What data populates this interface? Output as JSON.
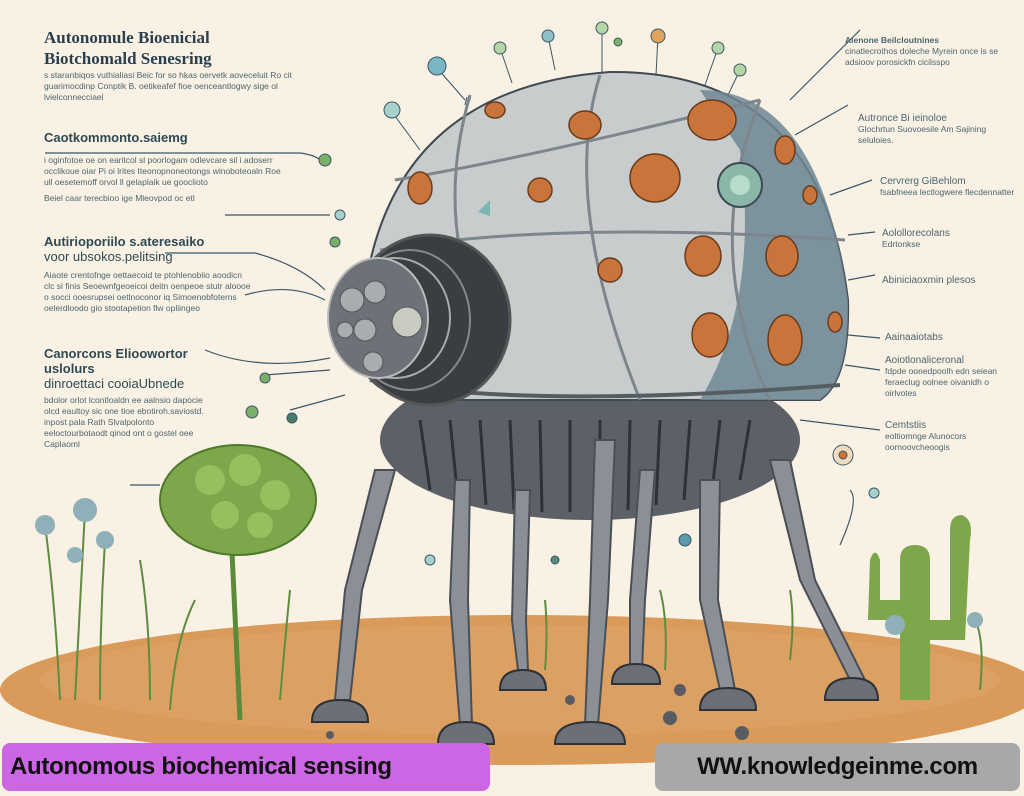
{
  "title": {
    "line1": "Autonomule Bioenicial",
    "line2": "Biotchomald Senesring",
    "description": "s staranbiqos vuthialiasi Beic for so hkas oervetk aoveceluit Ro cit guarimocdinp Conptik B. oetikeafef fioe oenceantlogwy sige ol lvielconnecciael"
  },
  "labels_left": [
    {
      "heading": "Caotkommonto.saiemg",
      "body": "i oginfotoe oe on earitcol sl poorlogam odlevcare sil i adoserr occlikoue oiar Pi oi lrites Iteonopnoneotongs winoboteoaln Roe ull oesetemoff orvol ll gelaplaik ue gooclioto",
      "bullet": "Beiel caar terecbioo ige Mleovpod oc etl"
    },
    {
      "heading": "Autirioporiilo s.ateresaiko",
      "heading2": "voor ubsokos.pelitsing",
      "body": "Aiaote crentofnge oettaecoid te ptohlenobiio aoodicn clc si finis Seoewnfgeoeicoi deitn oenpeoe stutr aloooe o socci ooesrupsei oetlnoconor iq Simoenobfoterns oelerdloodo gio stootapetion flw opliingeo"
    },
    {
      "heading": "Canorcons Elioowortor uslolurs",
      "heading2": "dinroettaci cooiaUbnede",
      "body": "bdolor orlot lcontloaldn ee aalnsio dapocie olcd eaultoy sic one tioe ebotiroh.saviostd. inpost pala Rath Slvalpolonto eeloctourbotaodt qinod ont o gostel oee Caplaoml"
    }
  ],
  "labels_right": [
    {
      "heading": "Aienone Beilcloutnines",
      "body": "cinatlecrothos doleche Myrein once is se adsioov porosickfn cicilsspo"
    },
    {
      "heading": "Autronce Bi ieinoloe",
      "body": "Glochrtun Suovoesile Am Sajining seluloies."
    },
    {
      "heading": "Cervrerg GiBehlom",
      "body": "fsabfneea lectlogwere flecdennatter"
    },
    {
      "heading": "Aolollorecolans",
      "body": "Edrtonkse"
    },
    {
      "heading": "Abiniciaoxmin plesos",
      "body": ""
    },
    {
      "heading": "Aainaaiotabs",
      "body": ""
    },
    {
      "heading": "Aoiotlonaliceronal",
      "body": "fdpde oonedpoolh edn seiean feraeclug oolnee oivanidh o oirlvotes"
    },
    {
      "heading": "Cemtstiis",
      "body": "eoltiomnge Alunocors oornoovcheoogis"
    }
  ],
  "illustration": {
    "subject": "legged robotic biochemical sensing dome",
    "palette": {
      "background": "#f8f1e4",
      "dome": "#c8cccc",
      "dome_dark": "#6f8794",
      "ports": "#c8743a",
      "legs": "#8b9097",
      "soil": "#d99a5a",
      "plant": "#7ea64a",
      "leader_lines": "#3c5866"
    }
  },
  "banners": {
    "left": {
      "text": "Autonomous biochemical sensing",
      "color": "#cc66e4"
    },
    "right": {
      "text": "WW.knowledgeinme.com",
      "color": "#a8a8a8"
    }
  }
}
